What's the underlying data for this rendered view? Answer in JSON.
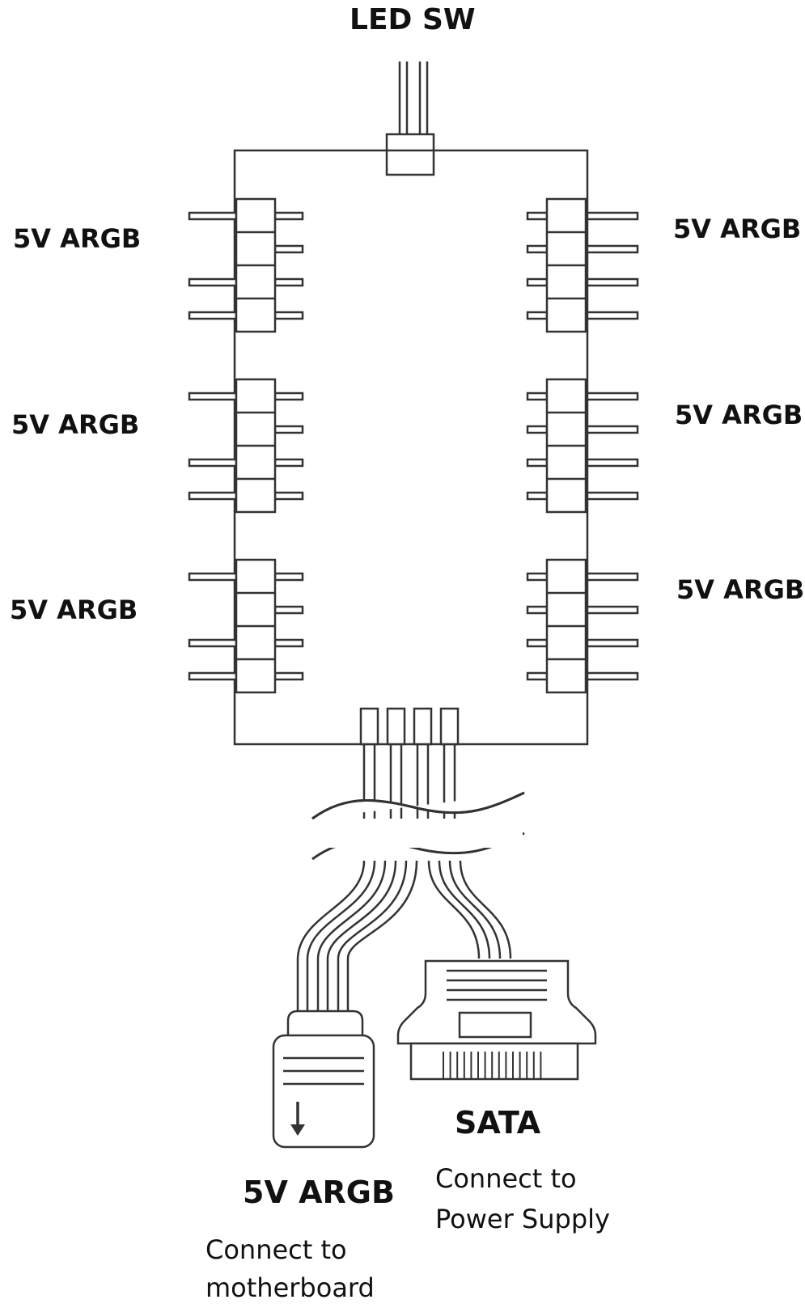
{
  "title": "LED SW",
  "port_labels": {
    "left_top": "5V  ARGB",
    "left_middle": "5V  ARGB",
    "left_bottom": "5V  ARGB",
    "right_top": "5V  ARGB",
    "right_middle": "5V  ARGB",
    "right_bottom": "5V  ARGB"
  },
  "connectors": {
    "argb": {
      "label": "5V  ARGB",
      "desc_line1": "Connect to",
      "desc_line2": "motherboard"
    },
    "sata": {
      "label": "SATA",
      "desc_line1": "Connect to",
      "desc_line2": "Power Supply"
    }
  },
  "colors": {
    "stroke": "#333333",
    "text": "#111111",
    "background": "#ffffff"
  }
}
